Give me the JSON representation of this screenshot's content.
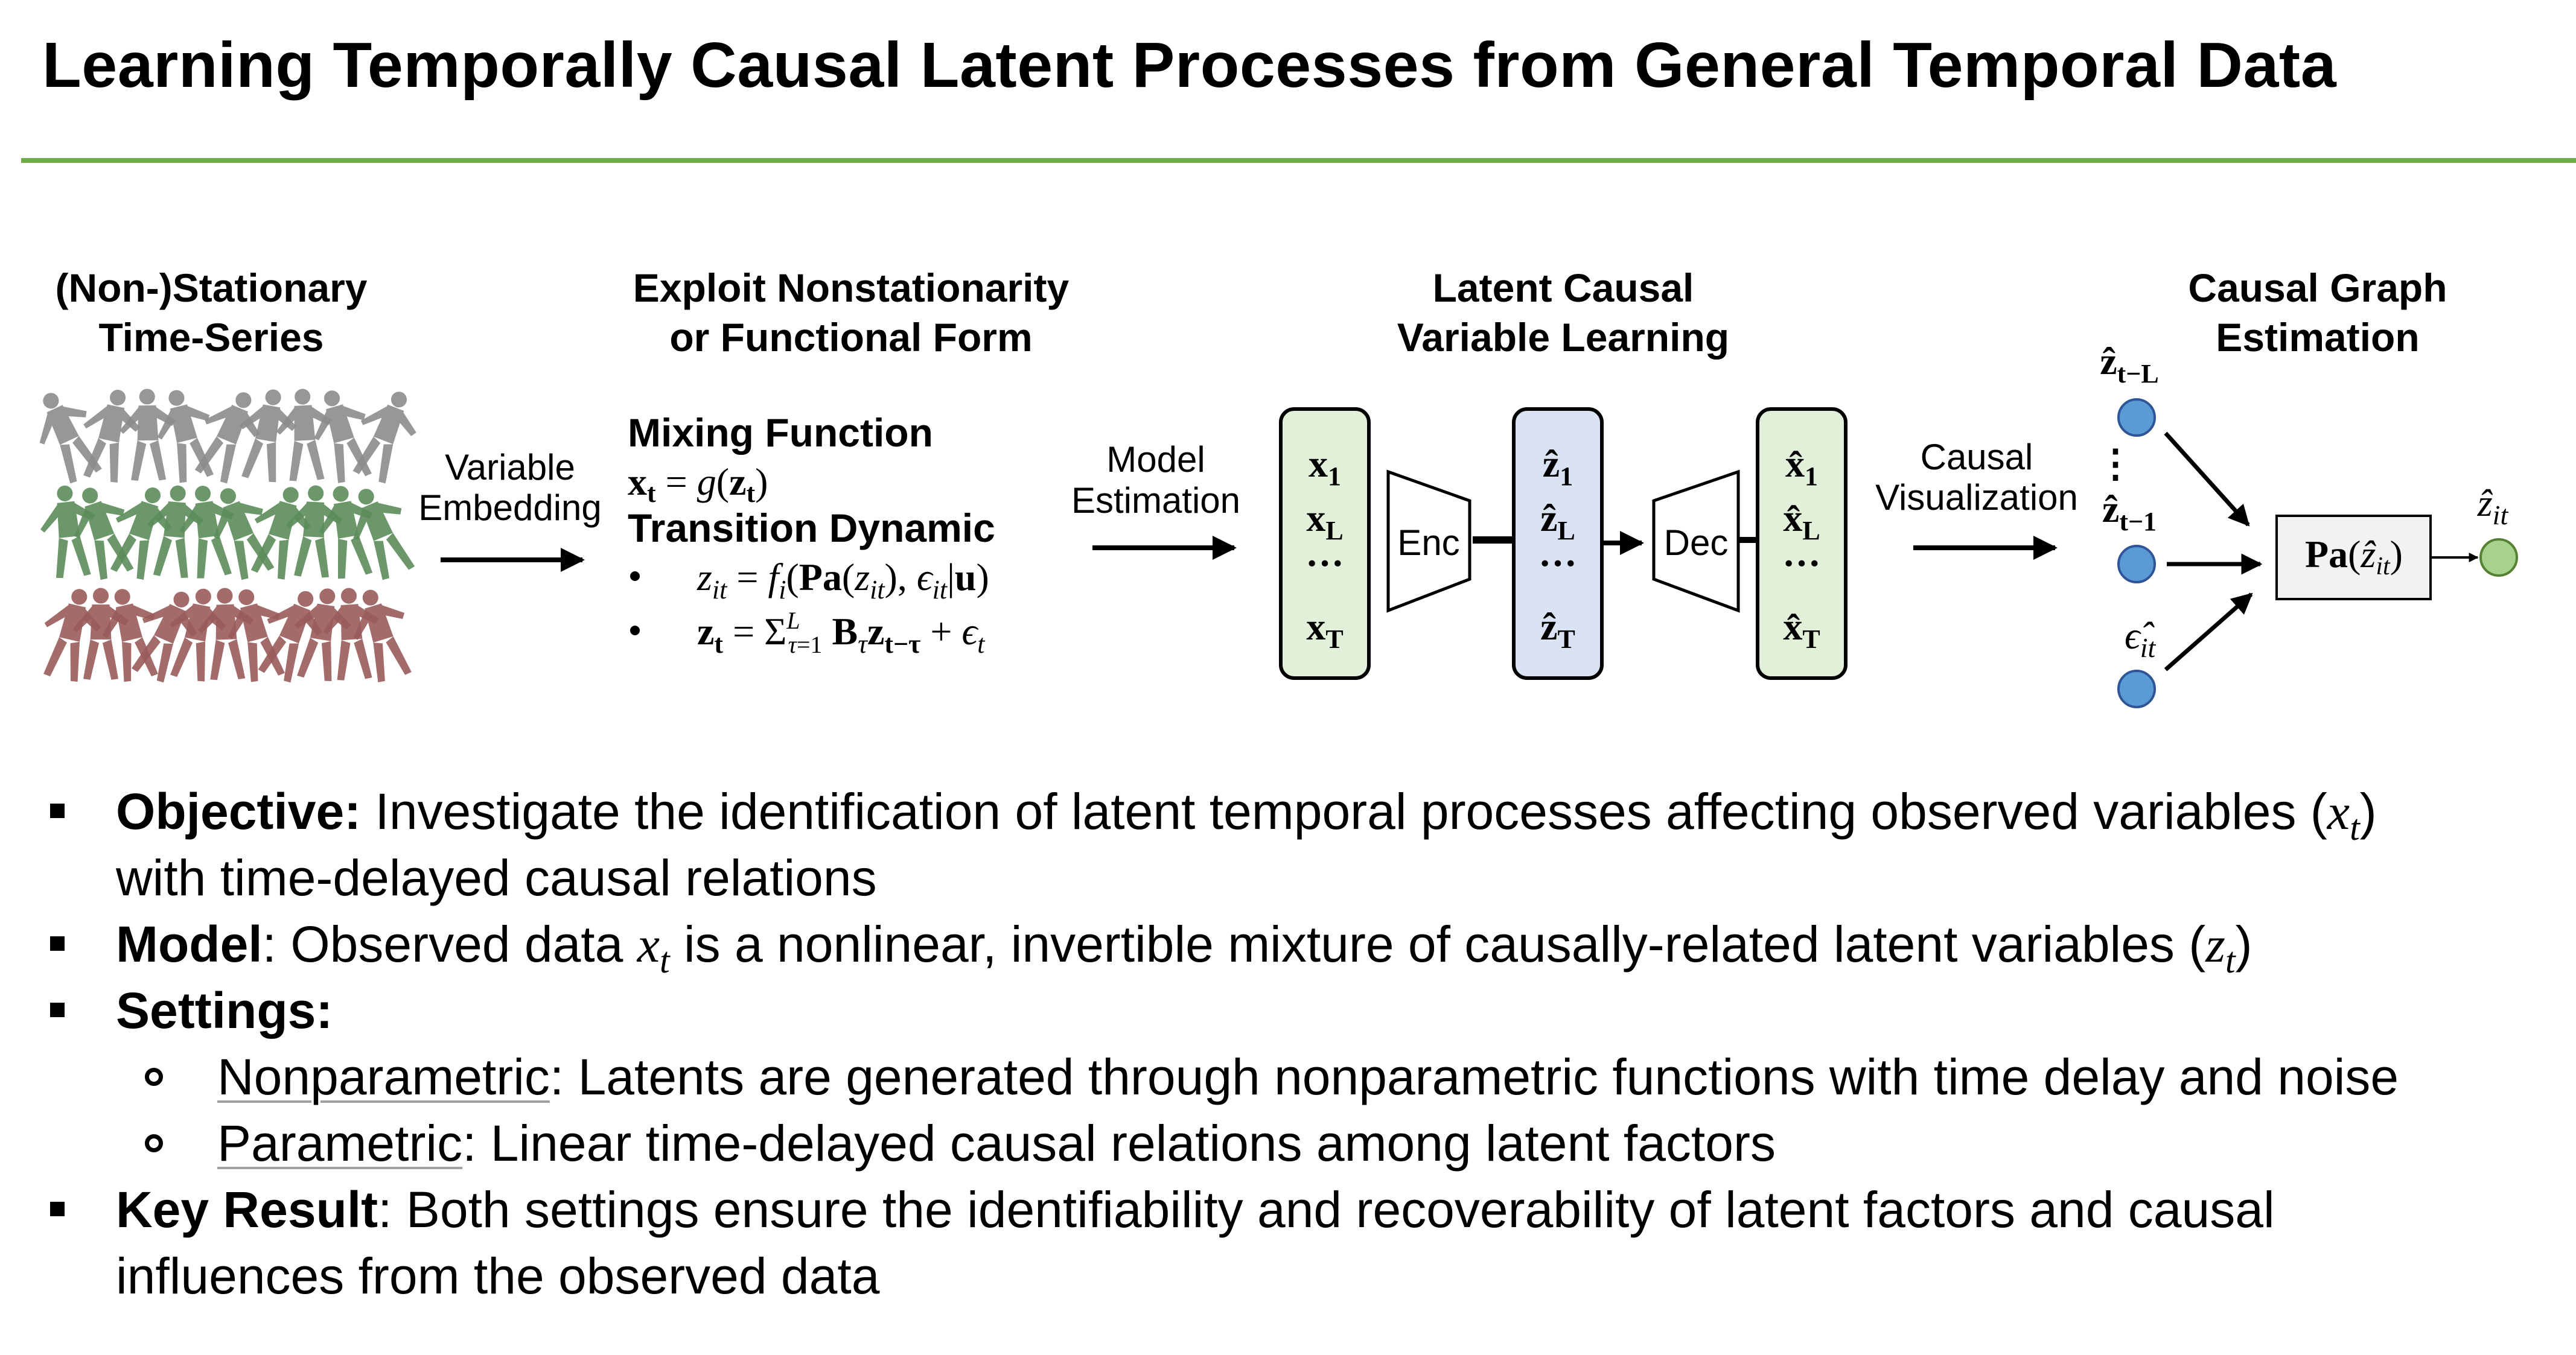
{
  "title": "Learning Temporally Causal Latent Processes from General Temporal Data",
  "figure": {
    "stage1_title": [
      "(Non-)Stationary",
      "Time-Series"
    ],
    "stage2_title": [
      "Exploit Nonstationarity",
      "or Functional Form"
    ],
    "stage3_title": [
      "Latent Causal",
      "Variable Learning"
    ],
    "stage4_title": [
      "Causal Graph",
      "Estimation"
    ],
    "arrow1_label": [
      "Variable",
      "Embedding"
    ],
    "arrow2_label": [
      "Model",
      "Estimation"
    ],
    "arrow3_label": [
      "Causal",
      "Visualization"
    ],
    "mixing_heading": "Mixing Function",
    "transition_heading": "Transition Dynamic",
    "enc_label": "Enc",
    "dec_label": "Dec",
    "dots": "···",
    "pa_node": "Pa(ẑ",
    "colors": {
      "obs_box": "#e2efd9",
      "latent_box": "#dae3f3",
      "node_blue": "#5b9bd5",
      "node_green": "#a9d18e",
      "rule": "#70ad47",
      "figure_green": "#5b8c5a",
      "figure_gray": "#8c8c8c",
      "figure_red": "#9b5b5b"
    }
  },
  "bullets": [
    {
      "bold": "Objective:",
      "text": " Investigate the identification of latent temporal processes affecting observed variables (",
      "math": "x",
      "sub": "t",
      "tail": ")",
      "line2": "with time-delayed causal relations"
    },
    {
      "bold": "Model",
      "text": ": Observed data ",
      "math": "x",
      "sub": "t",
      "mid": " is a nonlinear, invertible mixture of causally-related latent variables (",
      "math2": "z",
      "sub2": "t",
      "tail": ")"
    },
    {
      "bold": "Settings:"
    },
    {
      "underlined": "Nonparametric",
      "text": ": Latents are generated through nonparametric functions with time delay and noise"
    },
    {
      "underlined": "Parametric",
      "text": ": Linear time-delayed causal relations among latent factors"
    },
    {
      "bold": "Key Result",
      "text": ": Both settings ensure the identifiability and recoverability of latent factors and causal",
      "line2": "influences from the observed data"
    }
  ]
}
